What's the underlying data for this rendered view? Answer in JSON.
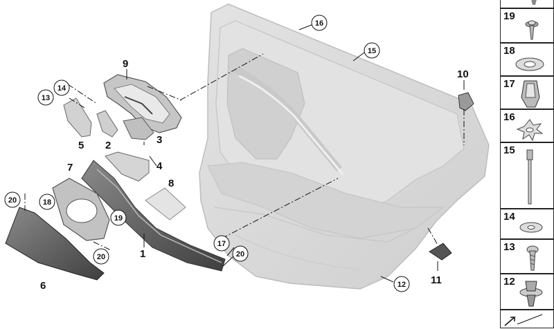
{
  "callouts": [
    {
      "id": "c1",
      "label": "1",
      "circled": false
    },
    {
      "id": "c2",
      "label": "2",
      "circled": false
    },
    {
      "id": "c3",
      "label": "3",
      "circled": false
    },
    {
      "id": "c4",
      "label": "4",
      "circled": false
    },
    {
      "id": "c5",
      "label": "5",
      "circled": false
    },
    {
      "id": "c6",
      "label": "6",
      "circled": false
    },
    {
      "id": "c7",
      "label": "7",
      "circled": false
    },
    {
      "id": "c8",
      "label": "8",
      "circled": false
    },
    {
      "id": "c9",
      "label": "9",
      "circled": false
    },
    {
      "id": "c10",
      "label": "10",
      "circled": false
    },
    {
      "id": "c11",
      "label": "11",
      "circled": false
    },
    {
      "id": "c12",
      "label": "12",
      "circled": true
    },
    {
      "id": "c13",
      "label": "13",
      "circled": true
    },
    {
      "id": "c14",
      "label": "14",
      "circled": true
    },
    {
      "id": "c15",
      "label": "15",
      "circled": true
    },
    {
      "id": "c16",
      "label": "16",
      "circled": true
    },
    {
      "id": "c17",
      "label": "17",
      "circled": true
    },
    {
      "id": "c18",
      "label": "18",
      "circled": true
    },
    {
      "id": "c19a",
      "label": "19",
      "circled": true
    },
    {
      "id": "c20a",
      "label": "20",
      "circled": true
    },
    {
      "id": "c20b",
      "label": "20",
      "circled": true
    },
    {
      "id": "c20c",
      "label": "20",
      "circled": true
    }
  ],
  "legend": [
    {
      "label": "19",
      "part": "screw-washer"
    },
    {
      "label": "18",
      "part": "nut-clip"
    },
    {
      "label": "17",
      "part": "spring-clip"
    },
    {
      "label": "16",
      "part": "star-washer"
    },
    {
      "label": "15",
      "part": "rivet-pin"
    },
    {
      "label": "14",
      "part": "flat-washer"
    },
    {
      "label": "13",
      "part": "screw"
    },
    {
      "label": "12",
      "part": "push-clip"
    }
  ],
  "colors": {
    "part_fill": "#dcdcdc",
    "part_light": "#eeeeee",
    "part_dark": "#555555",
    "panel_fill": "#d9d9d9",
    "line": "#111111"
  }
}
